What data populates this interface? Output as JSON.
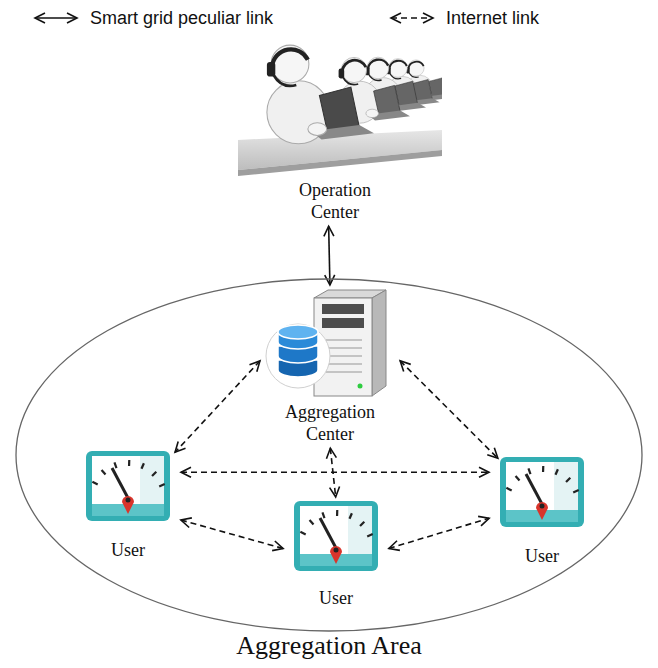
{
  "diagram": {
    "nodes": [
      {
        "text": [
          "Operation Center"
        ]
      },
      {
        "text": [
          "Aggregation Area"
        ]
      },
      {
        "text": [
          "Aggregation Center"
        ],
        "in": 1
      },
      {
        "text": [
          "User"
        ],
        "in": 1
      },
      {
        "text": [
          "User"
        ],
        "in": 1
      },
      {
        "text": [
          "User"
        ],
        "in": 1
      }
    ],
    "edges": [
      {
        "from": 0,
        "to": 2,
        "arrow": "both"
      },
      {
        "from": 2,
        "to": 3,
        "arrow": "both"
      },
      {
        "from": 2,
        "to": 4,
        "arrow": "both"
      },
      {
        "from": 2,
        "to": 5,
        "arrow": "both"
      },
      {
        "from": 3,
        "to": 5,
        "arrow": "both"
      },
      {
        "from": 3,
        "to": 4,
        "arrow": "both"
      },
      {
        "from": 4,
        "to": 5,
        "arrow": "both"
      }
    ],
    "legend": [
      {
        "text": "Smart grid peculiar link"
      },
      {
        "text": "Internet link"
      }
    ]
  }
}
